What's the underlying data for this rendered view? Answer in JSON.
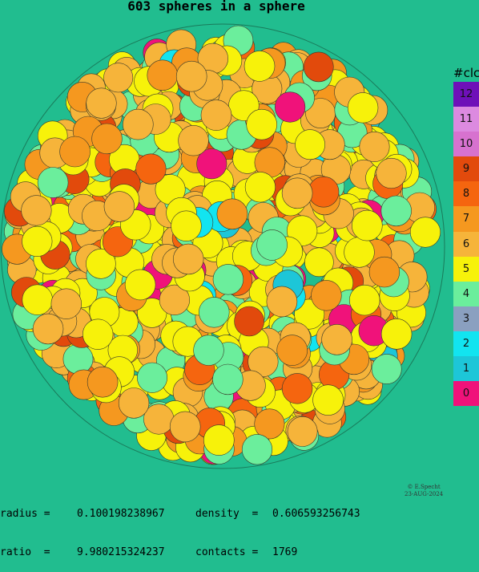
{
  "title": "603 spheres in a sphere",
  "legend": {
    "title": "#clc",
    "items": [
      {
        "label": "12",
        "color": "#6e10b8"
      },
      {
        "label": "11",
        "color": "#dc8ae0"
      },
      {
        "label": "10",
        "color": "#d772cf"
      },
      {
        "label": "9",
        "color": "#e24a0c"
      },
      {
        "label": "8",
        "color": "#f5650f"
      },
      {
        "label": "7",
        "color": "#f5981f"
      },
      {
        "label": "6",
        "color": "#f6b43a"
      },
      {
        "label": "5",
        "color": "#f7f20a"
      },
      {
        "label": "4",
        "color": "#6bee9c"
      },
      {
        "label": "3",
        "color": "#8aa0c0"
      },
      {
        "label": "2",
        "color": "#12e4f0"
      },
      {
        "label": "1",
        "color": "#1dc6d8"
      },
      {
        "label": "0",
        "color": "#f0127a"
      }
    ]
  },
  "stats": {
    "radius_label": "radius =",
    "radius_value": "0.100198238967",
    "density_label": "density  =",
    "density_value": "0.606593256743",
    "ratio_label": "ratio  =",
    "ratio_value": "9.980215324237",
    "contacts_label": "contacts =",
    "contacts_value": "1769"
  },
  "credit": {
    "line1": "© E.Specht",
    "line2": "23-AUG-2024"
  }
}
